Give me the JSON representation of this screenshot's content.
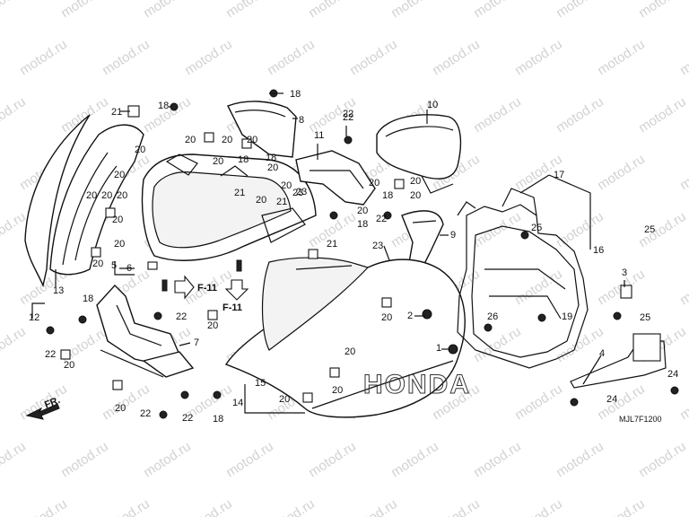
{
  "watermark": "motod.ru",
  "diagram_code": "MJL7F1200",
  "front_arrow_label": "FR.",
  "ref_label": "F-11",
  "brand_text": "HONDA",
  "callouts": [
    "1",
    "2",
    "3",
    "4",
    "5",
    "6",
    "7",
    "8",
    "9",
    "10",
    "11",
    "12",
    "13",
    "14",
    "15",
    "16",
    "17",
    "18",
    "19",
    "20",
    "21",
    "22",
    "23",
    "24",
    "25",
    "26"
  ]
}
